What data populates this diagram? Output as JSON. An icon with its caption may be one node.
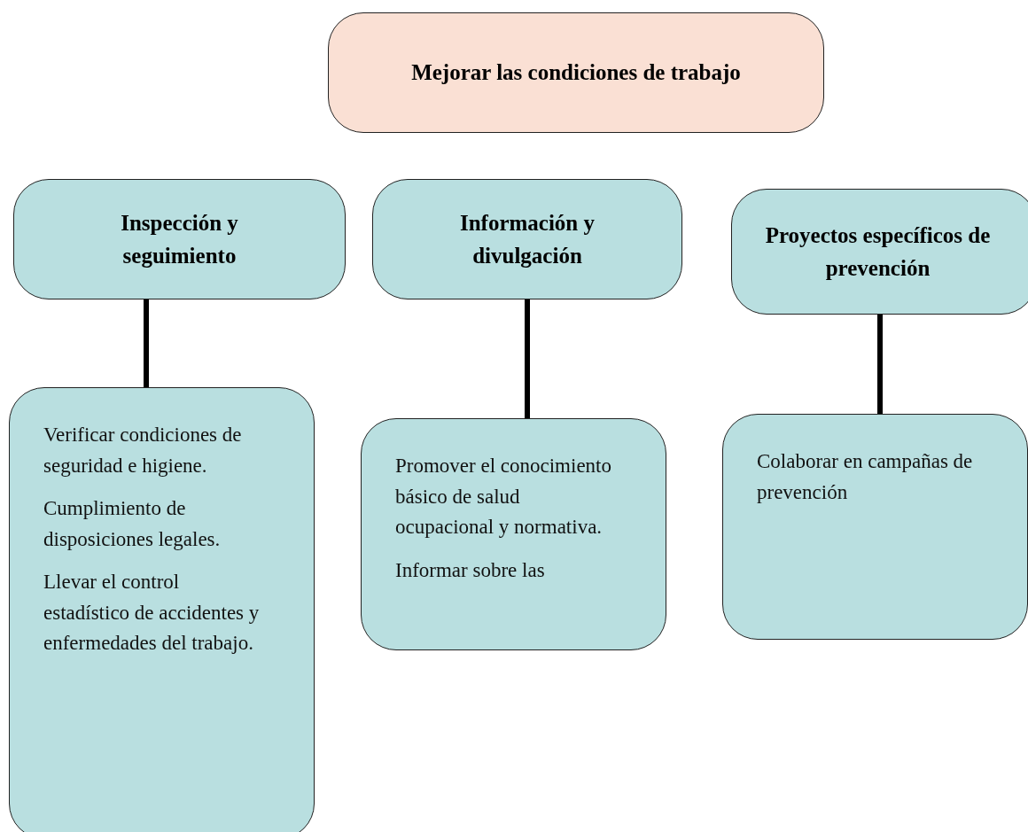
{
  "diagram": {
    "nodes": [
      {
        "text": [
          "Mejorar las condiciones de trabajo"
        ]
      },
      {
        "text": [
          "Inspección y seguimiento"
        ]
      },
      {
        "text": [
          "Información y divulgación"
        ]
      },
      {
        "text": [
          "Proyectos específicos de prevención"
        ]
      },
      {
        "text": [
          "Verificar condiciones de seguridad e higiene.",
          "Cumplimiento de disposiciones legales.",
          "Llevar el control estadístico de accidentes y enfermedades del trabajo."
        ]
      },
      {
        "text": [
          "Promover el conocimiento básico de salud ocupacional y normativa.",
          "Informar sobre las"
        ]
      },
      {
        "text": [
          "Colaborar en campañas de prevención"
        ]
      }
    ],
    "edges": [
      {
        "from": 1,
        "to": 4,
        "arrow": "none"
      },
      {
        "from": 2,
        "to": 5,
        "arrow": "none"
      },
      {
        "from": 3,
        "to": 6,
        "arrow": "none"
      }
    ]
  }
}
